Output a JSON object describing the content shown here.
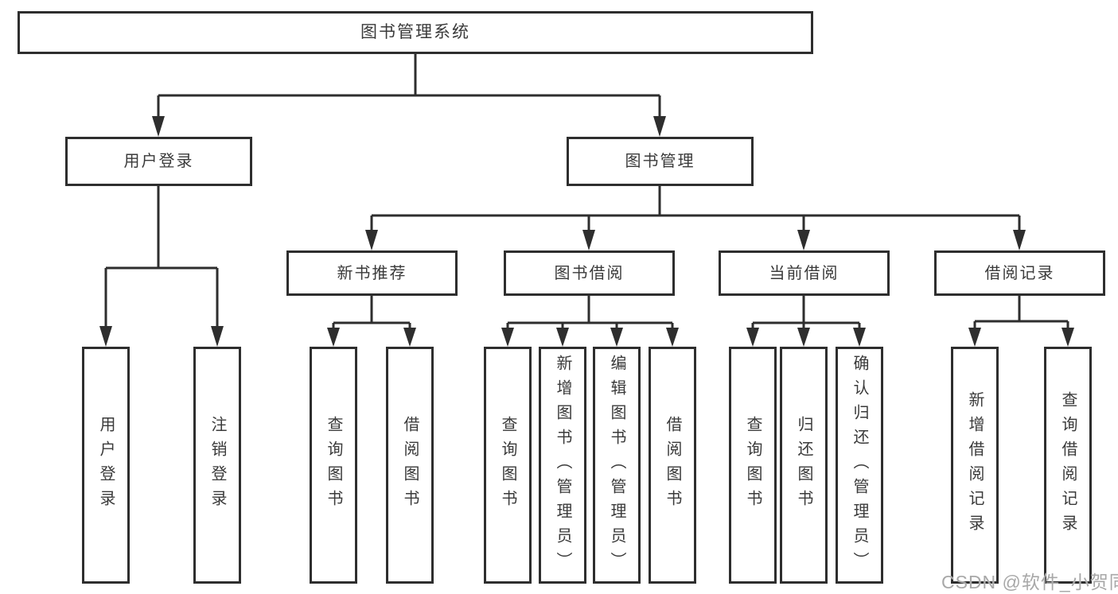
{
  "diagram": {
    "title_node": "图书管理系统",
    "level2": {
      "user_login": "用户登录",
      "book_management": "图书管理"
    },
    "level3": {
      "new_book_recommendation": "新书推荐",
      "book_borrowing": "图书借阅",
      "current_borrowing": "当前借阅",
      "borrowing_records": "借阅记录"
    },
    "leaves": {
      "user_login": "用户登录",
      "logout": "注销登录",
      "nb_query_books": "查询图书",
      "nb_borrow_books": "借阅图书",
      "bb_query_books": "查询图书",
      "bb_add_books_admin": "新增图书（管理员）",
      "bb_edit_books_admin": "编辑图书（管理员）",
      "bb_borrow_books": "借阅图书",
      "cb_query_books": "查询图书",
      "cb_return_books": "归还图书",
      "cb_confirm_return_admin": "确认归还（管理员）",
      "br_add_borrow_record": "新增借阅记录",
      "br_query_borrow_record": "查询借阅记录"
    }
  },
  "watermark": "CSDN @软件_小贺同学",
  "colors": {
    "line": "#2e2e2e",
    "text": "#3a3a3a",
    "background": "#ffffff",
    "watermark": "#a8a8a8"
  }
}
